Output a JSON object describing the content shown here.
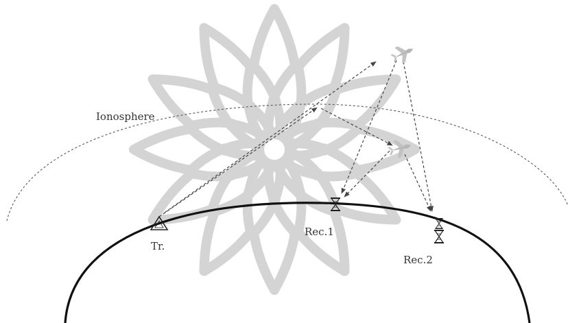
{
  "labels": {
    "ionosphere": "Ionosphere",
    "transmitter": "Tr.",
    "receiver_1": "Rec.1",
    "receiver_2": "Rec.2"
  },
  "icons": {
    "transmitter": "triangle-antenna-icon",
    "receiver": "hourglass-receiver-icon",
    "target": "airplane-icon",
    "watermark": "rosette-watermark"
  },
  "colors": {
    "earth": "#111111",
    "ray": "#444444",
    "ionosphere": "#555555",
    "watermark": "#d2d2d2"
  }
}
